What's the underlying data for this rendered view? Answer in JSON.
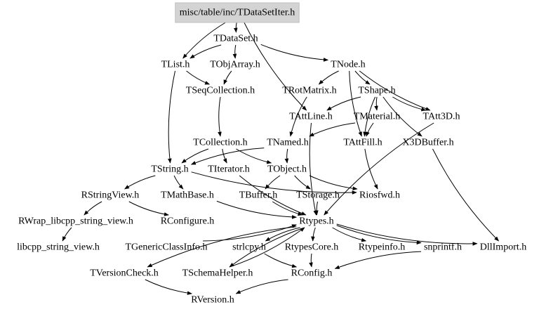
{
  "diagram": {
    "root": "misc/table/inc/TDataSetIter.h",
    "root_fill": "#d3d3d3",
    "nodes": [
      {
        "id": "root",
        "label": "misc/table/inc/TDataSetIter.h"
      },
      {
        "id": "tdataset",
        "label": "TDataSet.h"
      },
      {
        "id": "tlist",
        "label": "TList.h"
      },
      {
        "id": "tobjarray",
        "label": "TObjArray.h"
      },
      {
        "id": "tnode",
        "label": "TNode.h"
      },
      {
        "id": "tseqcoll",
        "label": "TSeqCollection.h"
      },
      {
        "id": "trotmatrix",
        "label": "TRotMatrix.h"
      },
      {
        "id": "tshape",
        "label": "TShape.h"
      },
      {
        "id": "tattline",
        "label": "TAttLine.h"
      },
      {
        "id": "tmaterial",
        "label": "TMaterial.h"
      },
      {
        "id": "tatt3d",
        "label": "TAtt3D.h"
      },
      {
        "id": "tcoll",
        "label": "TCollection.h"
      },
      {
        "id": "tnamed",
        "label": "TNamed.h"
      },
      {
        "id": "tattfill",
        "label": "TAttFill.h"
      },
      {
        "id": "x3dbuffer",
        "label": "X3DBuffer.h"
      },
      {
        "id": "tstring",
        "label": "TString.h"
      },
      {
        "id": "titerator",
        "label": "TIterator.h"
      },
      {
        "id": "tobject",
        "label": "TObject.h"
      },
      {
        "id": "rstringview",
        "label": "RStringView.h"
      },
      {
        "id": "tmathbase",
        "label": "TMathBase.h"
      },
      {
        "id": "tbuffer",
        "label": "TBuffer.h"
      },
      {
        "id": "tstorage",
        "label": "TStorage.h"
      },
      {
        "id": "riosfwd",
        "label": "Riosfwd.h"
      },
      {
        "id": "rwrap",
        "label": "RWrap_libcpp_string_view.h"
      },
      {
        "id": "rconfigure",
        "label": "RConfigure.h"
      },
      {
        "id": "rtypes",
        "label": "Rtypes.h"
      },
      {
        "id": "libcpp",
        "label": "libcpp_string_view.h"
      },
      {
        "id": "tgeneric",
        "label": "TGenericClassInfo.h"
      },
      {
        "id": "strlcpy",
        "label": "strlcpy.h"
      },
      {
        "id": "rtypescore",
        "label": "RtypesCore.h"
      },
      {
        "id": "rtypeinfo",
        "label": "Rtypeinfo.h"
      },
      {
        "id": "snprintf",
        "label": "snprintf.h"
      },
      {
        "id": "dllimport",
        "label": "DllImport.h"
      },
      {
        "id": "tversion",
        "label": "TVersionCheck.h"
      },
      {
        "id": "tschema",
        "label": "TSchemaHelper.h"
      },
      {
        "id": "rconfig",
        "label": "RConfig.h"
      },
      {
        "id": "rversion",
        "label": "RVersion.h"
      }
    ],
    "edges": [
      [
        "root",
        "tdataset"
      ],
      [
        "root",
        "tlist"
      ],
      [
        "root",
        "tattline"
      ],
      [
        "tdataset",
        "tlist"
      ],
      [
        "tdataset",
        "tobjarray"
      ],
      [
        "tdataset",
        "tnode"
      ],
      [
        "tlist",
        "tseqcoll"
      ],
      [
        "tlist",
        "tstring"
      ],
      [
        "tobjarray",
        "tseqcoll"
      ],
      [
        "tnode",
        "trotmatrix"
      ],
      [
        "tnode",
        "tshape"
      ],
      [
        "tnode",
        "tatt3d"
      ],
      [
        "tnode",
        "tattfill"
      ],
      [
        "tseqcoll",
        "tcoll"
      ],
      [
        "trotmatrix",
        "tnamed"
      ],
      [
        "tshape",
        "tattline"
      ],
      [
        "tshape",
        "tmaterial"
      ],
      [
        "tshape",
        "tattfill"
      ],
      [
        "tshape",
        "tatt3d"
      ],
      [
        "tshape",
        "x3dbuffer"
      ],
      [
        "tattline",
        "rtypes"
      ],
      [
        "tmaterial",
        "tnamed"
      ],
      [
        "tmaterial",
        "tattfill"
      ],
      [
        "tatt3d",
        "rtypes"
      ],
      [
        "tcoll",
        "tobject"
      ],
      [
        "tcoll",
        "tstring"
      ],
      [
        "tcoll",
        "titerator"
      ],
      [
        "tnamed",
        "tobject"
      ],
      [
        "tnamed",
        "tstring"
      ],
      [
        "tattfill",
        "riosfwd"
      ],
      [
        "x3dbuffer",
        "dllimport"
      ],
      [
        "tstring",
        "rstringview"
      ],
      [
        "tstring",
        "tmathbase"
      ],
      [
        "tstring",
        "riosfwd"
      ],
      [
        "titerator",
        "rtypes"
      ],
      [
        "tobject",
        "tbuffer"
      ],
      [
        "tobject",
        "tstorage"
      ],
      [
        "tobject",
        "riosfwd"
      ],
      [
        "rstringview",
        "rwrap"
      ],
      [
        "rstringview",
        "rconfigure"
      ],
      [
        "tmathbase",
        "rtypes"
      ],
      [
        "tbuffer",
        "rtypes"
      ],
      [
        "tstorage",
        "rtypes"
      ],
      [
        "rwrap",
        "libcpp"
      ],
      [
        "rtypes",
        "strlcpy"
      ],
      [
        "rtypes",
        "rtypescore"
      ],
      [
        "rtypes",
        "rtypeinfo"
      ],
      [
        "rtypes",
        "snprintf"
      ],
      [
        "rtypes",
        "dllimport"
      ],
      [
        "rtypes",
        "tversion"
      ],
      [
        "rtypes",
        "tschema"
      ],
      [
        "tgeneric",
        "rtypes"
      ],
      [
        "strlcpy",
        "rconfig"
      ],
      [
        "rtypescore",
        "rconfig"
      ],
      [
        "snprintf",
        "rconfig"
      ],
      [
        "tschema",
        "rtypes"
      ],
      [
        "tversion",
        "rversion"
      ],
      [
        "rconfig",
        "rversion"
      ]
    ]
  }
}
